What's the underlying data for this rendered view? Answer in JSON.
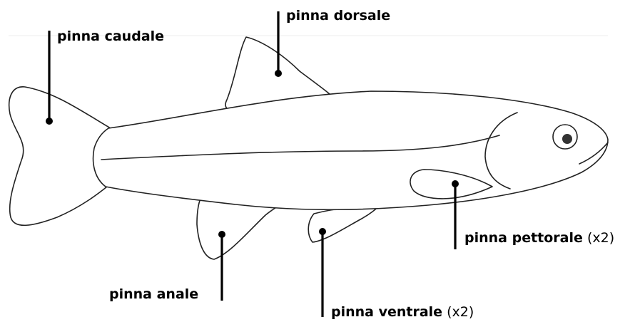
{
  "labels": {
    "caudal": {
      "name": "pinna caudale",
      "note": ""
    },
    "dorsal": {
      "name": "pinna dorsale",
      "note": ""
    },
    "pectoral": {
      "name": "pinna pettorale",
      "note": "(x2)"
    },
    "anal": {
      "name": "pinna anale",
      "note": ""
    },
    "ventral": {
      "name": "pinna ventrale",
      "note": "(x2)"
    }
  },
  "colors": {
    "outline": "#222222",
    "leader": "#000000",
    "eye_pupil": "#333333"
  }
}
